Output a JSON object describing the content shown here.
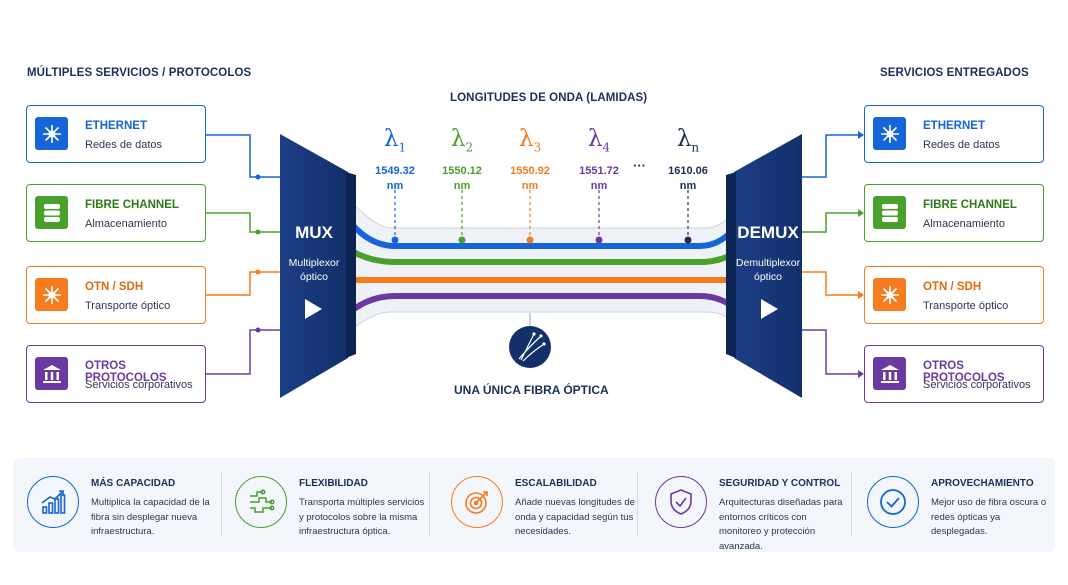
{
  "headers": {
    "left": "MÚLTIPLES SERVICIOS / PROTOCOLOS",
    "right": "SERVICIOS ENTREGADOS",
    "center": "LONGITUDES DE ONDA (LAMIDAS)"
  },
  "services": [
    {
      "title": "ETHERNET",
      "subtitle": "Redes de datos",
      "color": "#1565d8",
      "icon": "network-hub-icon"
    },
    {
      "title": "FIBRE CHANNEL",
      "subtitle": "Almacenamiento",
      "color": "#4aa02c",
      "icon": "database-icon"
    },
    {
      "title": "OTN / SDH",
      "subtitle": "Transporte óptico",
      "color": "#f57c1f",
      "icon": "network-hub-icon"
    },
    {
      "title": "OTROS PROTOCOLOS",
      "subtitle": "Servicios corporativos",
      "color": "#6a3aa2",
      "icon": "institution-icon"
    }
  ],
  "mux": {
    "title": "MUX",
    "subtitle": "Multiplexor óptico"
  },
  "demux": {
    "title": "DEMUX",
    "subtitle": "Demultiplexor óptico"
  },
  "wavelengths": [
    {
      "symbol": "λ",
      "sub": "1",
      "nm": "1549.32",
      "unit": "nm",
      "color": "#1565d8"
    },
    {
      "symbol": "λ",
      "sub": "2",
      "nm": "1550.12",
      "unit": "nm",
      "color": "#4aa02c"
    },
    {
      "symbol": "λ",
      "sub": "3",
      "nm": "1550.92",
      "unit": "nm",
      "color": "#f57c1f"
    },
    {
      "symbol": "λ",
      "sub": "4",
      "nm": "1551.72",
      "unit": "nm",
      "color": "#6a3aa2"
    },
    {
      "symbol": "λ",
      "sub": "n",
      "nm": "1610.06",
      "unit": "nm",
      "color": "#1b2f5a"
    }
  ],
  "ellipsis": "···",
  "fiber_label": "UNA ÚNICA FIBRA ÓPTICA",
  "benefits": [
    {
      "title": "MÁS CAPACIDAD",
      "desc": "Multiplica la capacidad de la fibra sin desplegar nueva infraestructura.",
      "color": "#1565d8",
      "icon": "growth-chart-icon"
    },
    {
      "title": "FLEXIBILIDAD",
      "desc": "Transporta múltiples servicios y protocolos sobre la misma infraestructura óptica.",
      "color": "#4aa02c",
      "icon": "circuit-icon"
    },
    {
      "title": "ESCALABILIDAD",
      "desc": "Añade nuevas longitudes de onda y capacidad según tus necesidades.",
      "color": "#f57c1f",
      "icon": "target-icon"
    },
    {
      "title": "SEGURIDAD Y CONTROL",
      "desc": "Arquitecturas diseñadas para entornos críticos con monitoreo y protección avanzada.",
      "color": "#6a3aa2",
      "icon": "shield-check-icon"
    },
    {
      "title": "APROVECHAMIENTO",
      "desc": "Mejor uso de fibra oscura o redes ópticas ya desplegadas.",
      "color": "#1565d8",
      "icon": "check-circle-icon"
    }
  ]
}
